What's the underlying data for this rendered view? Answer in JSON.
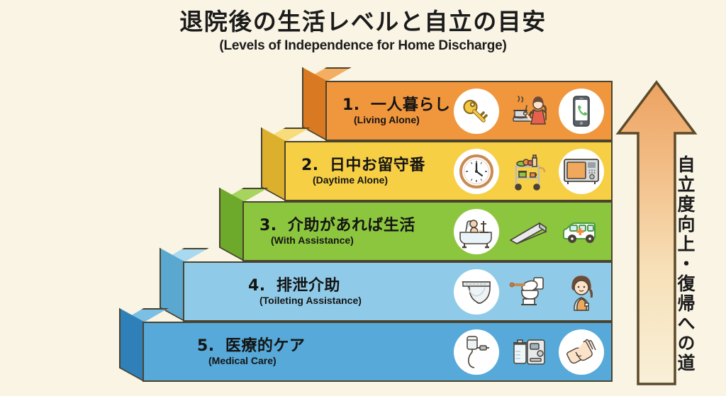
{
  "header": {
    "title_jp": "退院後の生活レベルと自立の目安",
    "title_en": "(Levels of Independence for Home Discharge)"
  },
  "colors": {
    "background": "#f9f4e4",
    "outline": "#4a4330",
    "step1_face": "#f0963c",
    "step1_side": "#d97a23",
    "step1_tread": "#f4ae62",
    "step2_face": "#f6cf44",
    "step2_side": "#dcb02d",
    "step2_tread": "#f7dc79",
    "step3_face": "#8cc63e",
    "step3_side": "#6da92a",
    "step3_tread": "#a6d45f",
    "step4_face": "#8fcbe8",
    "step4_side": "#5aa8cf",
    "step4_tread": "#a9d9ef",
    "step5_face": "#56a9d8",
    "step5_side": "#2f80b8",
    "step5_tread": "#7bc0e4",
    "arrow_top": "#eda260",
    "arrow_bottom": "#f7efd6"
  },
  "steps": [
    {
      "number": "1.",
      "label_jp": "一人暮らし",
      "label_en": "(Living Alone)",
      "icons": [
        "key-icon",
        "cooking-person-icon",
        "smartphone-call-icon"
      ]
    },
    {
      "number": "2.",
      "label_jp": "日中お留守番",
      "label_en": "(Daytime Alone)",
      "icons": [
        "wall-clock-icon",
        "food-cart-icon",
        "microwave-oven-icon"
      ]
    },
    {
      "number": "3.",
      "label_jp": "介助があれば生活",
      "label_en": "(With Assistance)",
      "icons": [
        "bath-lift-icon",
        "wheelchair-ramp-icon",
        "care-van-icon"
      ]
    },
    {
      "number": "4.",
      "label_jp": "排泄介助",
      "label_en": "(Toileting Assistance)",
      "icons": [
        "adult-diaper-icon",
        "toilet-grab-bar-icon",
        "caregiver-person-icon"
      ]
    },
    {
      "number": "5.",
      "label_jp": "医療的ケア",
      "label_en": "(Medical Care)",
      "icons": [
        "iv-drip-icon",
        "suction-machine-icon",
        "hand-washing-icon"
      ]
    }
  ],
  "arrow": {
    "label": "自立度向上・復帰への道",
    "direction": "up"
  }
}
